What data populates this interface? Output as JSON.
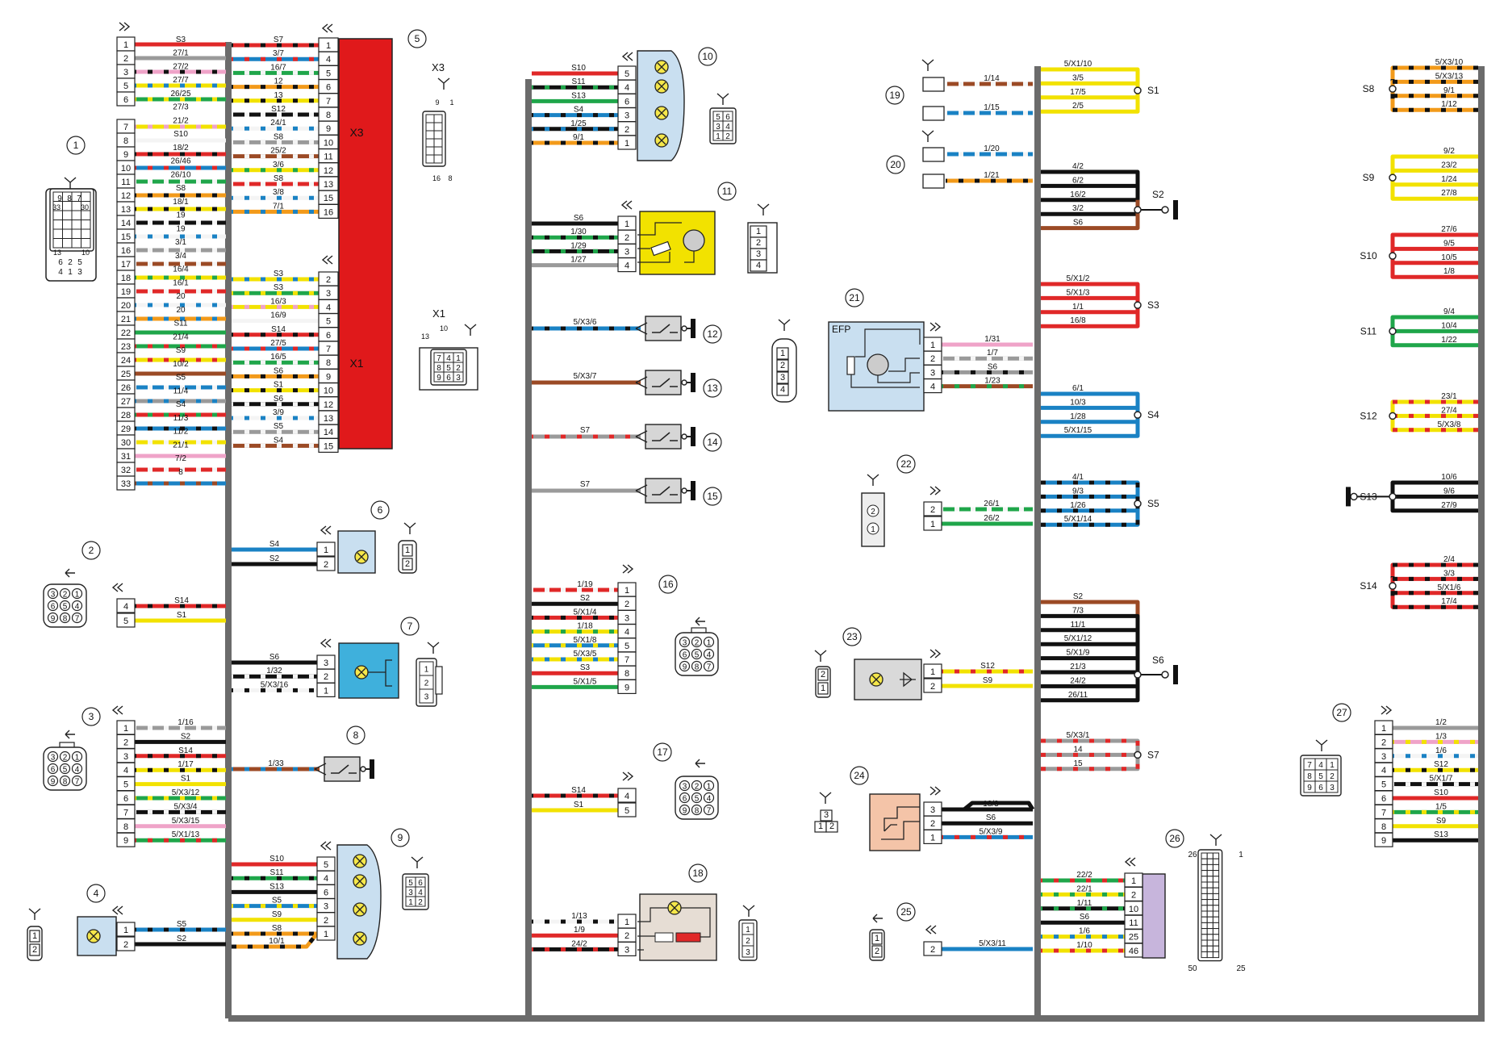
{
  "connector_1": {
    "ref": "1",
    "pins": [
      "1",
      "2",
      "3",
      "5",
      "6",
      "7",
      "8",
      "9",
      "10",
      "11",
      "12",
      "13",
      "14",
      "15",
      "16",
      "17",
      "18",
      "19",
      "20",
      "21",
      "22",
      "23",
      "24",
      "25",
      "26",
      "27",
      "28",
      "29",
      "30",
      "31",
      "32",
      "33"
    ],
    "labels": [
      "S3",
      "27/1",
      "27/2",
      "27/7",
      "26/25",
      "27/3",
      "21/2",
      "S10",
      "18/2",
      "26/46",
      "26/10",
      "S8",
      "18/1",
      "19",
      "19",
      "3/1",
      "3/4",
      "16/4",
      "16/1",
      "20",
      "20",
      "S11",
      "21/4",
      "S9",
      "10/2",
      "S5",
      "11/4",
      "S4",
      "11/3",
      "11/2",
      "21/1",
      "7/2",
      "8"
    ],
    "face_pins": [
      "9",
      "8",
      "7",
      "33",
      "30",
      "13",
      "10",
      "6",
      "2",
      "5",
      "4",
      "1",
      "3"
    ]
  },
  "connector_2": {
    "ref": "2",
    "pins": [
      "4",
      "5"
    ],
    "labels": [
      "S14",
      "S1"
    ],
    "face_pins": [
      "3",
      "2",
      "1",
      "6",
      "5",
      "4",
      "9",
      "8",
      "7"
    ]
  },
  "connector_3": {
    "ref": "3",
    "pins": [
      "1",
      "2",
      "3",
      "4",
      "5",
      "6",
      "7",
      "8",
      "9"
    ],
    "labels": [
      "1/16",
      "S2",
      "S14",
      "1/17",
      "S1",
      "5/X3/12",
      "5/X3/4",
      "5/X3/15",
      "5/X1/13"
    ],
    "face_pins": [
      "3",
      "2",
      "1",
      "6",
      "5",
      "4",
      "9",
      "8",
      "7"
    ]
  },
  "connector_4": {
    "ref": "4",
    "pins": [
      "1",
      "2"
    ],
    "labels": [
      "S5",
      "S2"
    ]
  },
  "connector_5": {
    "ref": "5",
    "x3_label": "X3",
    "x1_label": "X1",
    "x3_pins": [
      "1",
      "4",
      "5",
      "6",
      "7",
      "8",
      "9",
      "10",
      "11",
      "12",
      "13",
      "15",
      "16"
    ],
    "x3_labels": [
      "S7",
      "3/7",
      "16/7",
      "12",
      "13",
      "S12",
      "24/1",
      "S8",
      "25/2",
      "3/6",
      "S8",
      "3/8",
      "7/1"
    ],
    "x1_pins": [
      "2",
      "3",
      "4",
      "5",
      "6",
      "7",
      "8",
      "9",
      "10",
      "12",
      "13",
      "14",
      "15"
    ],
    "x1_labels": [
      "S3",
      "S3",
      "16/3",
      "16/9",
      "S14",
      "27/5",
      "16/5",
      "S6",
      "S1",
      "S6",
      "3/9",
      "S5",
      "S4"
    ],
    "x3_face": {
      "name": "X3",
      "pins": [
        "9",
        "1",
        "16",
        "8"
      ]
    },
    "x1_face": {
      "name": "X1",
      "pins": [
        "10",
        "13",
        "7",
        "4",
        "1",
        "8",
        "5",
        "2",
        "9",
        "6",
        "3"
      ]
    }
  },
  "connector_6": {
    "ref": "6",
    "pins": [
      "1",
      "2"
    ],
    "labels": [
      "S4",
      "S2"
    ],
    "face_pins": [
      "1",
      "2"
    ]
  },
  "connector_7": {
    "ref": "7",
    "pins": [
      "3",
      "2",
      "1"
    ],
    "labels": [
      "S6",
      "1/32",
      "5/X3/16"
    ],
    "face_pins": [
      "1",
      "2",
      "3"
    ]
  },
  "connector_8": {
    "ref": "8",
    "labels": [
      "1/33"
    ]
  },
  "connector_9": {
    "ref": "9",
    "pins": [
      "5",
      "4",
      "6",
      "3",
      "2",
      "1"
    ],
    "labels": [
      "S10",
      "S11",
      "S13",
      "S5",
      "S9",
      "S8",
      "10/1"
    ],
    "face_pins": [
      "5",
      "6",
      "3",
      "4",
      "1",
      "2"
    ]
  },
  "connector_10": {
    "ref": "10",
    "pins": [
      "5",
      "4",
      "6",
      "3",
      "2",
      "1"
    ],
    "labels": [
      "S10",
      "S11",
      "S13",
      "S4",
      "1/25",
      "9/1"
    ],
    "face_pins": [
      "5",
      "6",
      "3",
      "4",
      "1",
      "2"
    ]
  },
  "connector_11": {
    "ref": "11",
    "pins": [
      "1",
      "2",
      "3",
      "4"
    ],
    "labels": [
      "S6",
      "1/30",
      "1/29",
      "1/27"
    ],
    "face_pins": [
      "1",
      "2",
      "3",
      "4"
    ]
  },
  "connector_12": {
    "ref": "12",
    "labels": [
      "5/X3/6"
    ]
  },
  "connector_13": {
    "ref": "13",
    "labels": [
      "5/X3/7"
    ]
  },
  "connector_14": {
    "ref": "14",
    "labels": [
      "S7"
    ]
  },
  "connector_15": {
    "ref": "15",
    "labels": [
      "S7"
    ]
  },
  "connector_16": {
    "ref": "16",
    "pins": [
      "1",
      "2",
      "3",
      "4",
      "5",
      "7",
      "8",
      "9"
    ],
    "labels": [
      "1/19",
      "S2",
      "5/X1/4",
      "1/18",
      "5/X1/8",
      "5/X3/5",
      "S3",
      "5/X1/5"
    ],
    "face_pins": [
      "3",
      "2",
      "1",
      "6",
      "5",
      "4",
      "9",
      "8",
      "7"
    ]
  },
  "connector_17": {
    "ref": "17",
    "pins": [
      "4",
      "5"
    ],
    "labels": [
      "S14",
      "S1"
    ],
    "face_pins": [
      "3",
      "2",
      "1",
      "6",
      "5",
      "4",
      "9",
      "8",
      "7"
    ]
  },
  "connector_18": {
    "ref": "18",
    "pins": [
      "1",
      "2",
      "3"
    ],
    "labels": [
      "1/13",
      "1/9",
      "24/2"
    ],
    "face_pins": [
      "1",
      "2",
      "3"
    ]
  },
  "connector_19": {
    "ref": "19",
    "labels": [
      "1/14",
      "1/15"
    ]
  },
  "connector_20": {
    "ref": "20",
    "labels": [
      "1/20",
      "1/21"
    ]
  },
  "connector_21": {
    "ref": "21",
    "name": "EFP",
    "pins": [
      "1",
      "2",
      "3",
      "4"
    ],
    "labels": [
      "1/31",
      "1/7",
      "S6",
      "1/23"
    ],
    "face_pins": [
      "1",
      "2",
      "3",
      "4"
    ]
  },
  "connector_22": {
    "ref": "22",
    "pins": [
      "2",
      "1"
    ],
    "labels": [
      "26/1",
      "26/2"
    ],
    "face_pins": [
      "2",
      "1"
    ]
  },
  "connector_23": {
    "ref": "23",
    "pins": [
      "1",
      "2"
    ],
    "labels": [
      "S12",
      "S9"
    ],
    "face_pins": [
      "2",
      "1"
    ]
  },
  "connector_24": {
    "ref": "24",
    "pins": [
      "3",
      "2",
      "1"
    ],
    "labels": [
      "18/3",
      "S6",
      "5/X3/9"
    ],
    "face_pins": [
      "3",
      "1",
      "2"
    ]
  },
  "connector_25": {
    "ref": "25",
    "pins": [
      "2"
    ],
    "labels": [
      "5/X3/11"
    ],
    "face_pins": [
      "1",
      "2"
    ]
  },
  "connector_26": {
    "ref": "26",
    "pins": [
      "1",
      "2",
      "10",
      "11",
      "25",
      "46"
    ],
    "labels": [
      "22/2",
      "22/1",
      "1/11",
      "S6",
      "1/6",
      "1/10"
    ],
    "face_pins": [
      "26",
      "1",
      "50",
      "25"
    ]
  },
  "connector_27": {
    "ref": "27",
    "pins": [
      "1",
      "2",
      "3",
      "4",
      "5",
      "6",
      "7",
      "8",
      "9"
    ],
    "labels": [
      "1/2",
      "1/3",
      "1/6",
      "S12",
      "5/X1/7",
      "S10",
      "1/5",
      "S9",
      "S13"
    ],
    "face_pins": [
      "7",
      "4",
      "1",
      "8",
      "5",
      "2",
      "9",
      "6",
      "3"
    ]
  },
  "splices": [
    {
      "name": "S1",
      "wires": [
        "5/X1/10",
        "3/5",
        "17/5",
        "2/5"
      ]
    },
    {
      "name": "S2",
      "wires": [
        "4/2",
        "6/2",
        "16/2",
        "3/2",
        "S6"
      ]
    },
    {
      "name": "S3",
      "wires": [
        "5/X1/2",
        "5/X1/3",
        "1/1",
        "16/8"
      ]
    },
    {
      "name": "S4",
      "wires": [
        "6/1",
        "10/3",
        "1/28",
        "5/X1/15"
      ]
    },
    {
      "name": "S5",
      "wires": [
        "4/1",
        "9/3",
        "1/26",
        "5/X1/14"
      ]
    },
    {
      "name": "S6",
      "wires": [
        "S2",
        "7/3",
        "11/1",
        "5/X1/12",
        "5/X1/9",
        "21/3",
        "24/2",
        "26/11"
      ]
    },
    {
      "name": "S7",
      "wires": [
        "5/X3/1",
        "14",
        "15"
      ]
    },
    {
      "name": "S8",
      "wires": [
        "5/X3/10",
        "5/X3/13",
        "9/1",
        "1/12"
      ]
    },
    {
      "name": "S9",
      "wires": [
        "9/2",
        "23/2",
        "1/24",
        "27/8"
      ]
    },
    {
      "name": "S10",
      "wires": [
        "27/6",
        "9/5",
        "10/5",
        "1/8"
      ]
    },
    {
      "name": "S11",
      "wires": [
        "9/4",
        "10/4",
        "1/22"
      ]
    },
    {
      "name": "S12",
      "wires": [
        "23/1",
        "27/4",
        "5/X3/8"
      ]
    },
    {
      "name": "S13",
      "wires": [
        "10/6",
        "9/6",
        "27/9"
      ]
    },
    {
      "name": "S14",
      "wires": [
        "2/4",
        "3/3",
        "5/X1/6",
        "17/4"
      ]
    }
  ]
}
